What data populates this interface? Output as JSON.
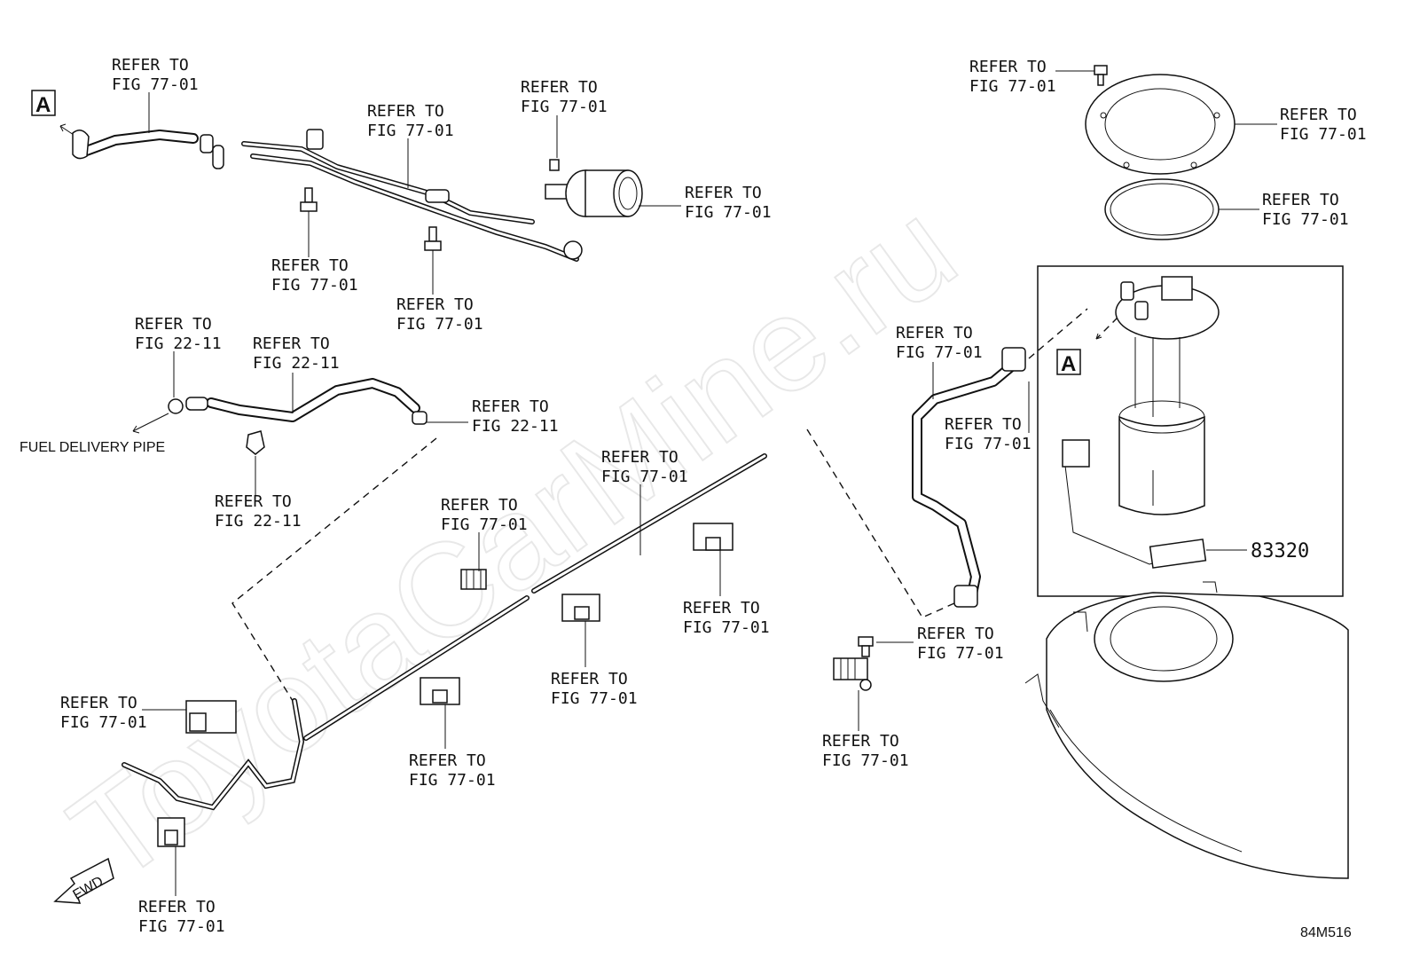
{
  "watermark": "ToyotaCarMine.ru",
  "labels": {
    "refer_prefix": "REFER TO",
    "fig_77": "FIG 77-01",
    "fig_22": "FIG 22-11",
    "fuel_delivery_pipe": "FUEL DELIVERY PIPE",
    "part_number": "83320",
    "diagram_code": "84M516",
    "fwd": "FWD",
    "view_marker": "A"
  }
}
